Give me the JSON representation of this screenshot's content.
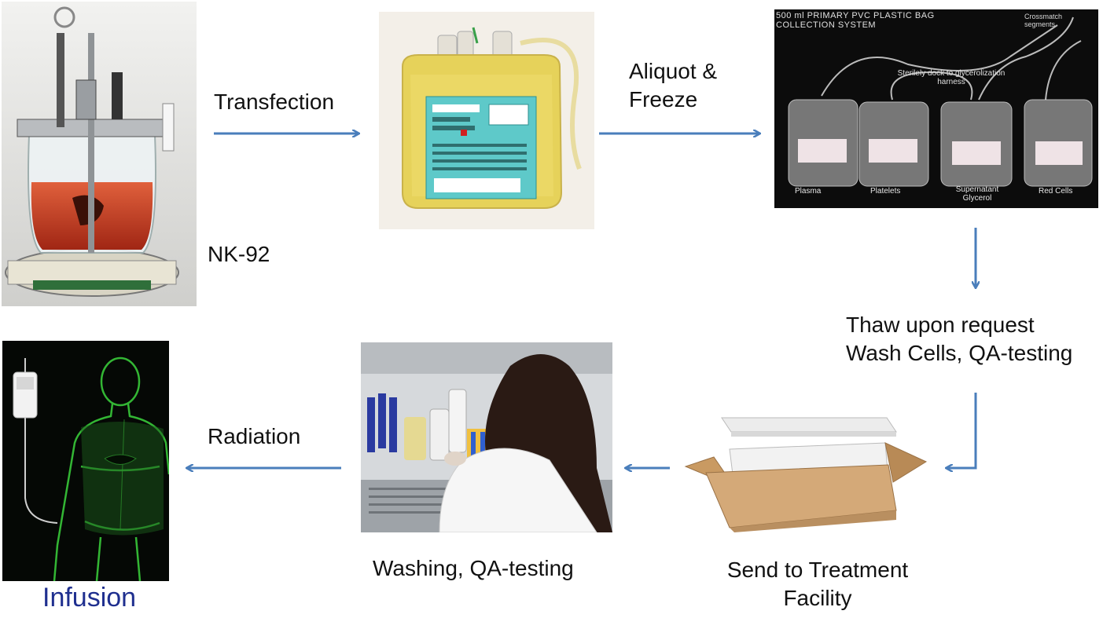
{
  "steps": {
    "bioreactor": {
      "caption": "NK-92"
    },
    "bag": {
      "step_label": "Transfection"
    },
    "freeze": {
      "step_label_line1": "Aliquot &",
      "step_label_line2": "Freeze",
      "photo_text": {
        "header_line1": "500 ml PRIMARY PVC PLASTIC BAG",
        "header_line2": "COLLECTION SYSTEM",
        "crossmatch": "Crossmatch segments",
        "sterile_dock": "Sterilely dock to glycerolization harness",
        "bag_labels": [
          "Plasma",
          "Platelets",
          "Supernatant Glycerol",
          "Red Cells"
        ]
      }
    },
    "thaw": {
      "line1": "Thaw upon request",
      "line2": "Wash Cells, QA-testing"
    },
    "ship": {
      "line1": "Send to Treatment",
      "line2": "Facility"
    },
    "wash": {
      "caption": "Washing, QA-testing"
    },
    "radiation": {
      "step_label": "Radiation"
    },
    "infusion": {
      "caption": "Infusion"
    }
  },
  "colors": {
    "arrow": "#4a7ebb",
    "text": "#111111",
    "infusion_text": "#1f2f8f"
  }
}
